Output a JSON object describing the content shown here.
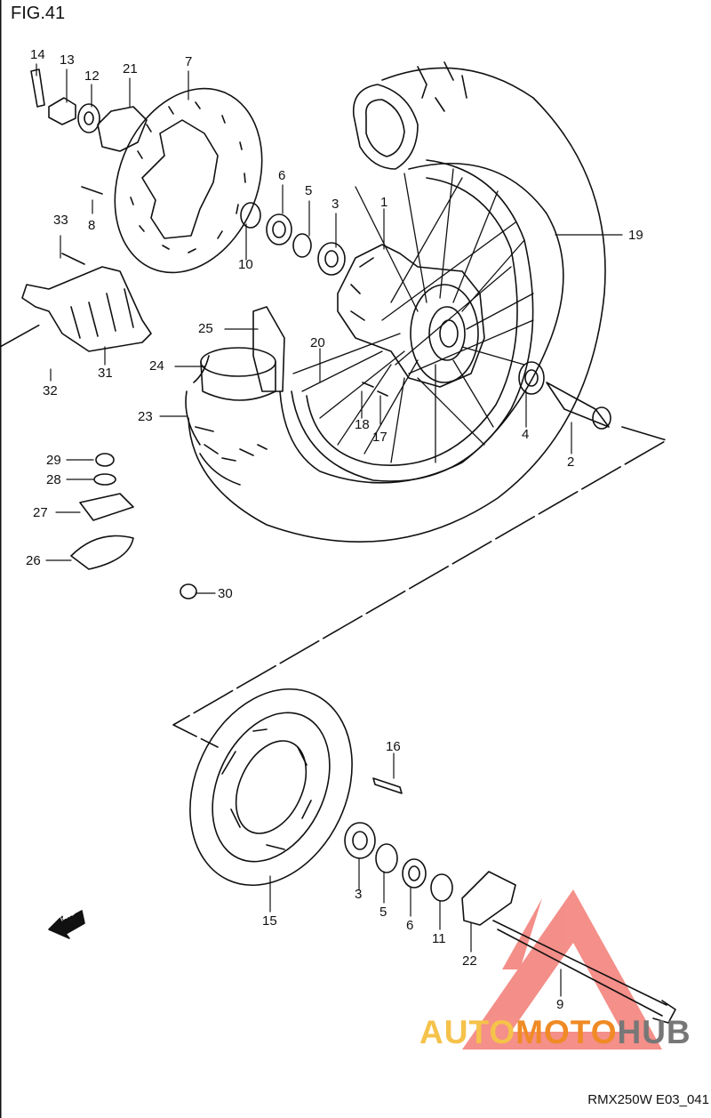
{
  "figure_title": "FIG.41",
  "model_code": "RMX250W E03_041",
  "watermark": {
    "part1": "AUTO",
    "part2": "MOTO",
    "part3": "HUB",
    "colors": {
      "auto": "#f5c24a",
      "moto": "#f08a24",
      "hub": "#777777",
      "triangle": "#f27b74"
    }
  },
  "fwd_arrow": {
    "text": "FWD"
  },
  "callouts": {
    "c14": "14",
    "c13": "13",
    "c12": "12",
    "c21": "21",
    "c7": "7",
    "c8": "8",
    "c33": "33",
    "c6a": "6",
    "c5a": "5",
    "c3a": "3",
    "c1": "1",
    "c19": "19",
    "c10": "10",
    "c25": "25",
    "c20": "20",
    "c24": "24",
    "c31": "31",
    "c32": "32",
    "c23": "23",
    "c18": "18",
    "c17": "17",
    "c4": "4",
    "c2": "2",
    "c29": "29",
    "c28": "28",
    "c27": "27",
    "c26": "26",
    "c30": "30",
    "c16": "16",
    "c15": "15",
    "c3b": "3",
    "c5b": "5",
    "c6b": "6",
    "c11": "11",
    "c22": "22",
    "c9": "9"
  }
}
